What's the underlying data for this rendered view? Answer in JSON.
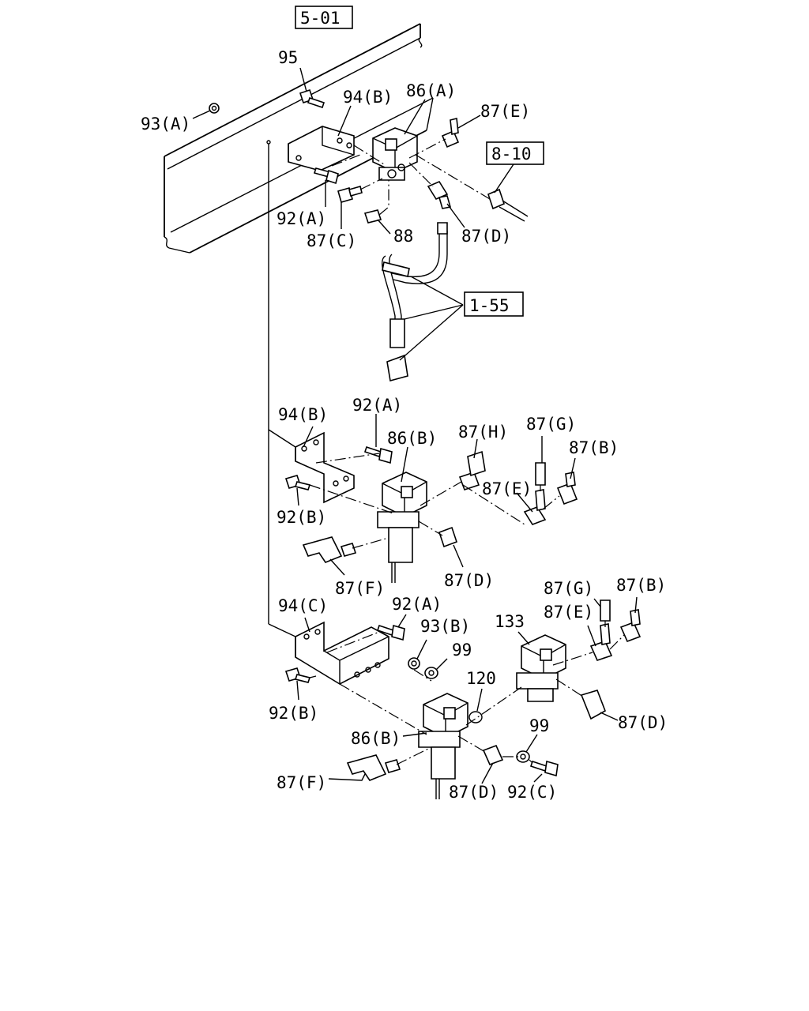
{
  "refs": {
    "r_5_01": "5-01",
    "r_8_10": "8-10",
    "r_1_55": "1-55"
  },
  "labels": {
    "l95": "95",
    "l94B_top": "94(B)",
    "l86A": "86(A)",
    "l87E_top": "87(E)",
    "l93A": "93(A)",
    "l92A_top": "92(A)",
    "l87C": "87(C)",
    "l88": "88",
    "l87D_top": "87(D)",
    "l94B_mid": "94(B)",
    "l92A_mid": "92(A)",
    "l86B_mid": "86(B)",
    "l87H": "87(H)",
    "l87G_mid": "87(G)",
    "l87B_mid": "87(B)",
    "l87E_mid": "87(E)",
    "l92B_mid": "92(B)",
    "l87F_mid": "87(F)",
    "l87D_mid": "87(D)",
    "l94C": "94(C)",
    "l92A_bot": "92(A)",
    "l93B": "93(B)",
    "l99_a": "99",
    "l133": "133",
    "l87G_bot": "87(G)",
    "l87B_bot": "87(B)",
    "l87E_bot": "87(E)",
    "l120": "120",
    "l92B_bot": "92(B)",
    "l86B_bot": "86(B)",
    "l99_b": "99",
    "l87D_right": "87(D)",
    "l87F_bot": "87(F)",
    "l87D_bot": "87(D)",
    "l92C": "92(C)"
  }
}
